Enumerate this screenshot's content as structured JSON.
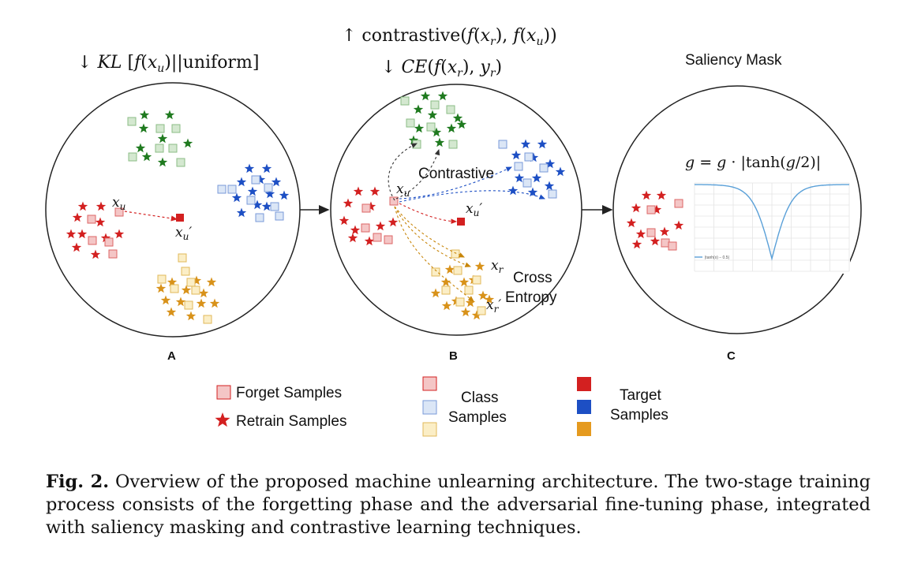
{
  "panels": {
    "A": {
      "label": "A",
      "objective": "↓ KL [f(x_u)||uniform]",
      "source_label": "x_u",
      "target_label": "x_u′"
    },
    "B": {
      "label": "B",
      "objective_1": "↑ contrastive(f(x_r), f(x_u))",
      "objective_2": "↓ CE(f(x_r), y_r)",
      "contrastive_label": "Contrastive",
      "cross_entropy_label_1": "Cross",
      "cross_entropy_label_2": "Entropy",
      "source_label": "x_u",
      "target_label": "x_u′",
      "retrain_label": "x_r",
      "retrain_target_label": "x_r′"
    },
    "C": {
      "label": "C",
      "title": "Saliency Mask",
      "formula": "g = g · |tanh(g/2)|",
      "plot_legend": "|tanh(x) − 0.5|"
    }
  },
  "legend": {
    "forget": "Forget Samples",
    "retrain": "Retrain Samples",
    "class_line1": "Class",
    "class_line2": "Samples",
    "target_line1": "Target",
    "target_line2": "Samples"
  },
  "colors": {
    "red": "#d32020",
    "green": "#1f7a1f",
    "blue": "#1d4fc4",
    "orange": "#d8921a",
    "red_fill": "#f4c6c6",
    "green_fill": "#d4e8d0",
    "blue_fill": "#dbe6f6",
    "orange_fill": "#fbeec6"
  },
  "caption": {
    "label": "Fig. 2.",
    "text": "Overview of the proposed machine unlearning architecture. The two-stage training process consists of the forgetting phase and the adversarial fine-tuning phase, integrated with saliency masking and contrastive learning techniques."
  }
}
